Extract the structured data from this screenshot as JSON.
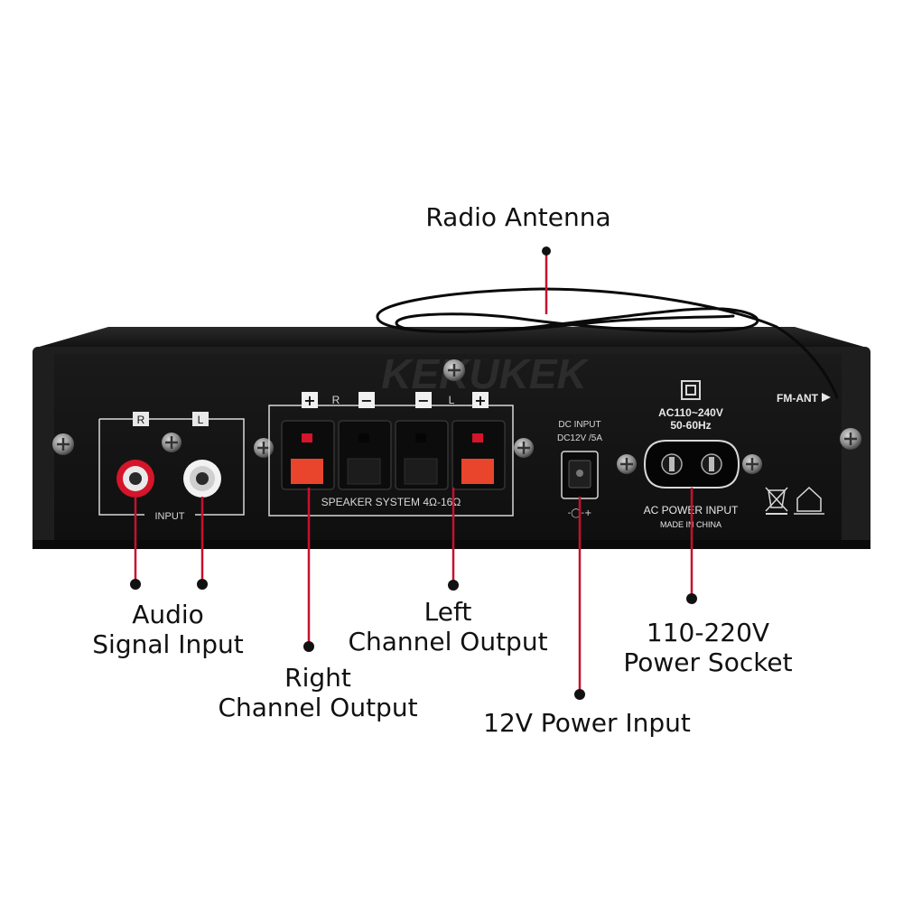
{
  "colors": {
    "background": "#ffffff",
    "chassis": "#1c1c1c",
    "panel": "#141414",
    "panel_lines": "#d8d8d8",
    "leader_line": "#c8102e",
    "leader_dot": "#111111",
    "rca_red": "#d4152a",
    "rca_white": "#f2f2f2",
    "terminal_red": "#e8452c"
  },
  "icons": [
    "screw-icon",
    "rca-jack-icon",
    "spring-terminal-icon",
    "dc-barrel-jack-icon",
    "iec-c8-socket-icon",
    "double-insulation-icon",
    "weee-bin-icon",
    "indoor-use-icon",
    "arrow-right-icon"
  ],
  "panel": {
    "input_section": {
      "channel_r": "R",
      "channel_l": "L",
      "label": "INPUT"
    },
    "speaker_section": {
      "plus_1": "+",
      "r": "R",
      "minus_1": "−",
      "minus_2": "−",
      "l": "L",
      "plus_2": "+",
      "label": "SPEAKER SYSTEM 4Ω-16Ω"
    },
    "dc_input": {
      "line1": "DC INPUT",
      "line2": "DC12V /5A",
      "polarity": "-◯-+"
    },
    "ac_section": {
      "voltage": "AC110~240V",
      "frequency": "50-60Hz",
      "label": "AC POWER INPUT",
      "made_in": "MADE IN CHINA"
    },
    "fm_ant": "FM-ANT",
    "watermark": "KEKUKEK"
  },
  "callouts": {
    "radio_antenna": [
      "Radio Antenna"
    ],
    "audio_signal_input": [
      "Audio",
      "Signal Input"
    ],
    "right_channel_output": [
      "Right",
      "Channel Output"
    ],
    "left_channel_output": [
      "Left",
      "Channel Output"
    ],
    "power_input_12v": [
      "12V Power Input"
    ],
    "power_socket": [
      "110-220V",
      "Power Socket"
    ]
  }
}
